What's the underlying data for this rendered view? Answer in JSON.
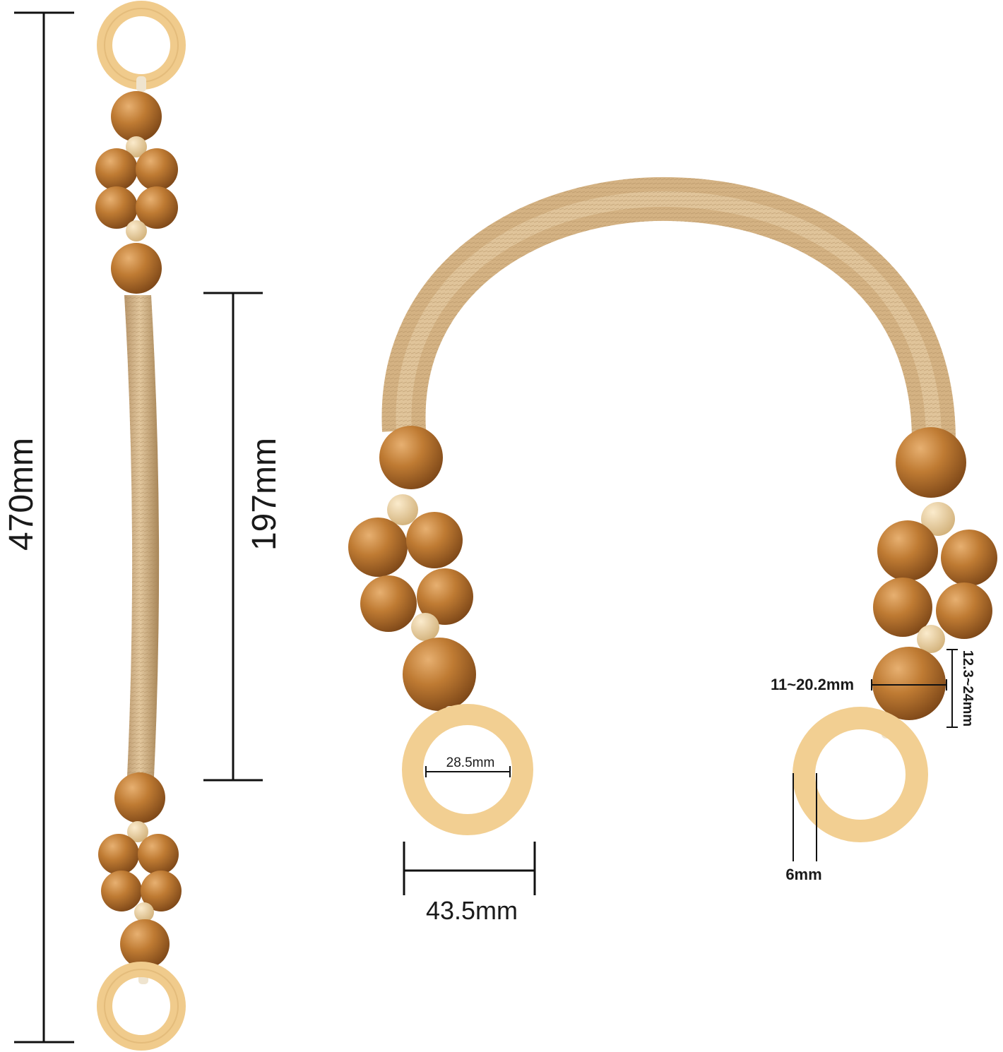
{
  "dimensions": {
    "total_length": "470mm",
    "grip_length": "197mm",
    "ring_outer_diameter": "43.5mm",
    "ring_inner_diameter": "28.5mm",
    "ring_thickness": "6mm",
    "bead_width": "11~20.2mm",
    "bead_height": "12.3~24mm"
  },
  "colors": {
    "background": "#ffffff",
    "ring": "#f2cf92",
    "bead": "#b8752e",
    "small_bead": "#e9cf9f",
    "cord_wrap": "#d9b98a",
    "measure_line": "#111111"
  }
}
